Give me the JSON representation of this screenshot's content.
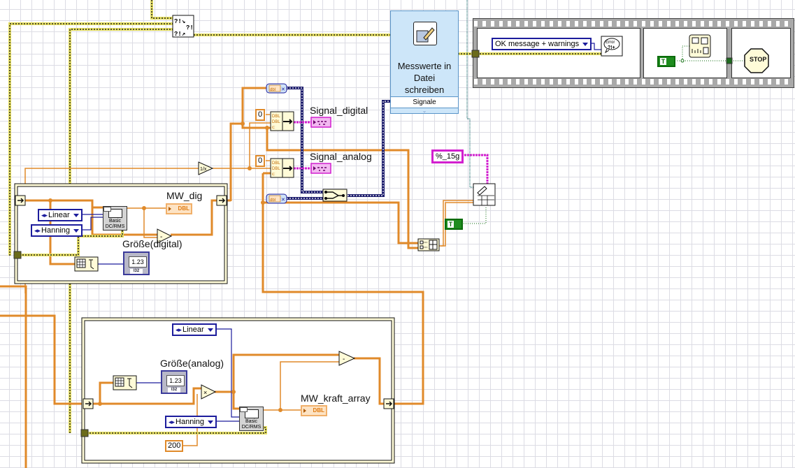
{
  "diagram": {
    "type": "LabVIEW block diagram",
    "labels": {
      "mw_dig": "MW_dig",
      "groesse_digital": "Größe(digital)",
      "signal_digital": "Signal_digital",
      "signal_analog": "Signal_analog",
      "groesse_analog": "Größe(analog)",
      "mw_kraft_array": "MW_kraft_array"
    },
    "express_vi": {
      "title_line1": "Messwerte in",
      "title_line2": "Datei",
      "title_line3": "schreiben",
      "terminal": "Signale"
    },
    "constants": {
      "zero_1": "0",
      "zero_2": "0",
      "n_200": "200",
      "format_string": "%_15g",
      "bool_true_1": "T",
      "bool_true_2": "T"
    },
    "enums": {
      "linear_1": "Linear",
      "hanning_1": "Hanning",
      "linear_2": "Linear",
      "hanning_2": "Hanning",
      "error_mode": "OK message + warnings"
    },
    "subvis": {
      "dcrms_1_line1": "Basic",
      "dcrms_1_line2": "DC/RMS",
      "dcrms_2_line1": "Basic",
      "dcrms_2_line2": "DC/RMS",
      "stop": "STOP",
      "error_handler": "Error",
      "merge_errors": "?!",
      "dbl_ind": "DBL",
      "i32_value": "1.23",
      "i32_type": "I32",
      "dbl_type": "DBL"
    },
    "wire_colors": {
      "dbl": "#e08a2a",
      "error_cluster": "#3c3c00",
      "waveform": "#1c1c6c",
      "string": "#d21fcf",
      "boolean": "#0b6b0b",
      "refnum": "#1a6e6e",
      "enum": "#1c1c9c"
    }
  }
}
